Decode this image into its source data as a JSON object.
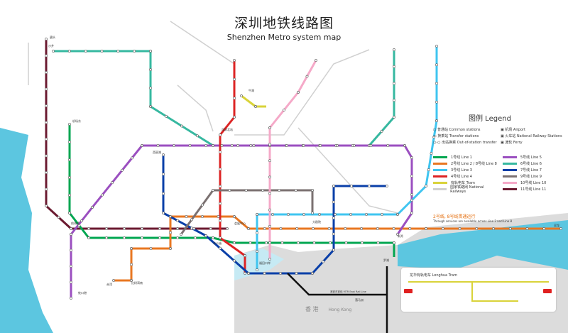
{
  "title": {
    "zh": "深圳地铁线路图",
    "en": "Shenzhen Metro system map"
  },
  "legend": {
    "heading": "图例 Legend",
    "symbols": [
      "○ 普通站 Common stations",
      "▣ 机场 Airport",
      "▭ 换乘站 Transfer stations",
      "▣ 火车站 National Railway Stations",
      "○-○ 出站换乘 Out-of-station transfer",
      "▣ 渡轮 Ferry"
    ],
    "lines": [
      {
        "label": "1号线 Line 1",
        "color": "#00a650"
      },
      {
        "label": "5号线 Line 5",
        "color": "#9b4fc0"
      },
      {
        "label": "2号线 Line 2 / 8号线 Line 8",
        "color": "#e87722"
      },
      {
        "label": "6号线 Line 6",
        "color": "#36b8a0"
      },
      {
        "label": "3号线 Line 3",
        "color": "#3fc5f0"
      },
      {
        "label": "7号线 Line 7",
        "color": "#0a3fa8"
      },
      {
        "label": "4号线 Line 4",
        "color": "#dd2424"
      },
      {
        "label": "9号线 Line 9",
        "color": "#7b7171"
      },
      {
        "label": "有轨电车 Tram",
        "color": "#d9d33a"
      },
      {
        "label": "10号线 Line 10",
        "color": "#f5a9c8"
      },
      {
        "label": "国家铁路网 National Railways",
        "color": "#d0d0d0"
      },
      {
        "label": "11号线 Line 11",
        "color": "#6b1a30"
      }
    ],
    "through_zh": "2号线, 8号线贯通运行",
    "through_en": "Through services are available across Line 2 and Line 8"
  },
  "tram": {
    "title": "龙华有轨电车 Longhua Tram"
  },
  "hongkong": {
    "zh": "香 港",
    "en": "Hong Kong"
  },
  "mtr": "港铁东铁线 MTR East Rail Line",
  "stations": [
    "机场东",
    "碧头",
    "福田口岸",
    "罗湖",
    "车公庙",
    "会展中心",
    "深圳北站",
    "前海湾",
    "赤湾",
    "蛇口港",
    "落马洲",
    "双龙",
    "红树湾南",
    "大剧院",
    "沙井",
    "西丽湖",
    "新秀",
    "牛湖"
  ]
}
